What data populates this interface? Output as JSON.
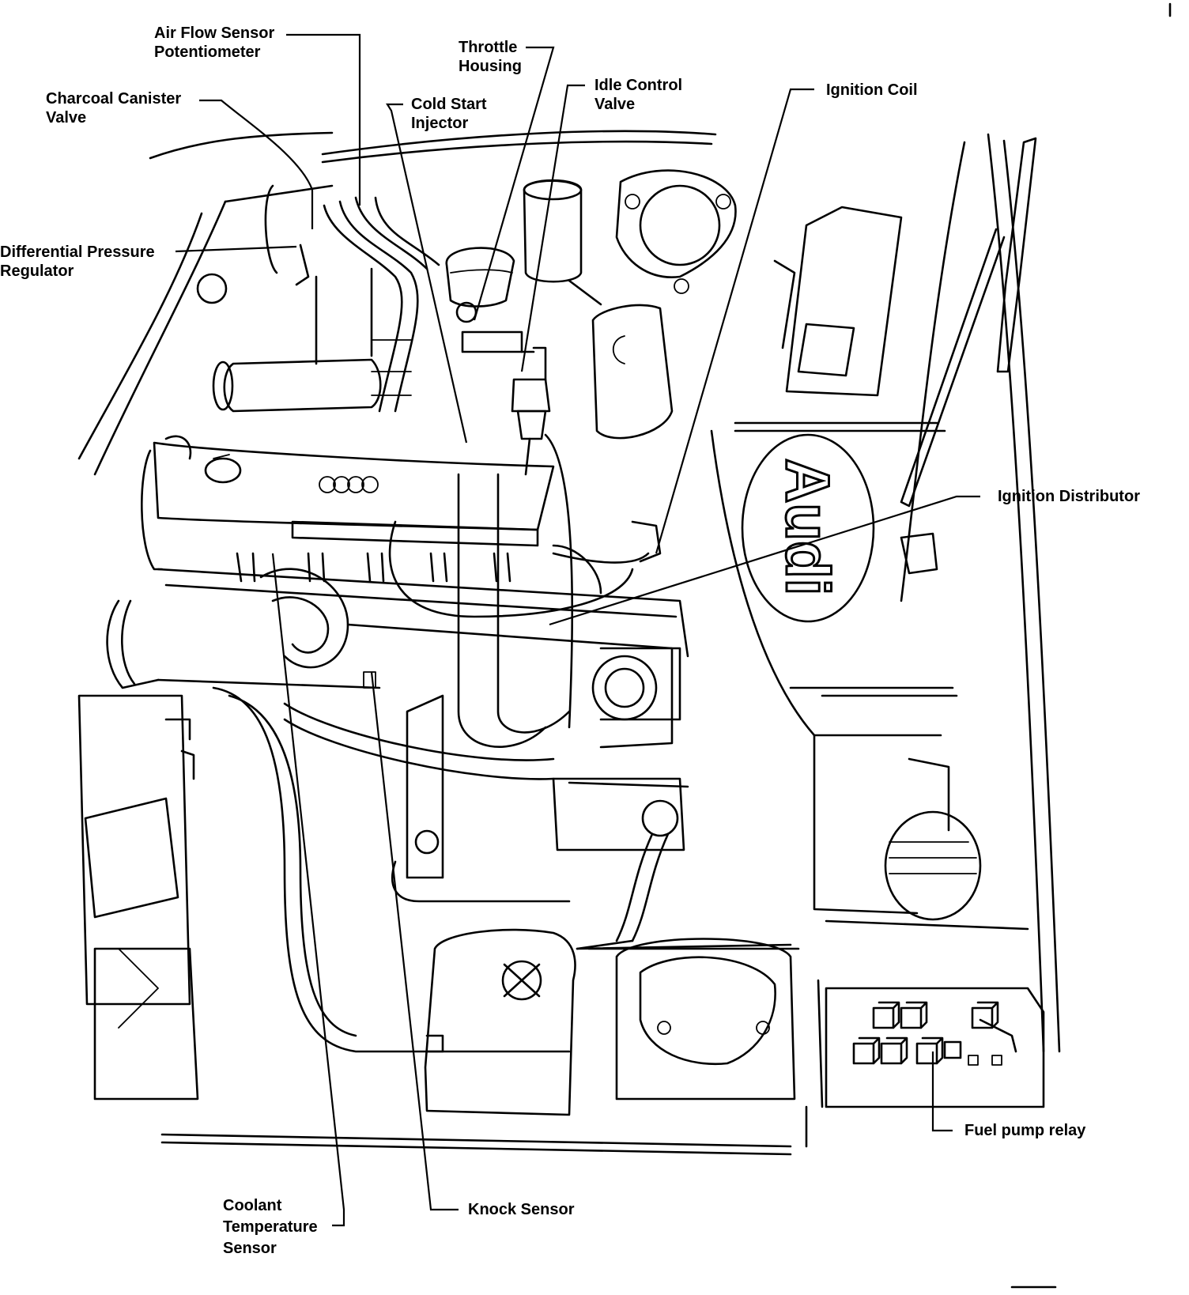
{
  "labels": {
    "air_flow_sensor": "Air Flow Sensor\nPotentiometer",
    "charcoal_canister": "Charcoal Canister\nValve",
    "differential_pressure": "Differential Pressure\nRegulator",
    "cold_start": "Cold Start\nInjector",
    "throttle_housing": "Throttle\nHousing",
    "idle_control": "Idle Control\nValve",
    "ignition_coil": "Ignition Coil",
    "ignition_distributor": "Ignition Distributor",
    "fuel_pump_relay": "Fuel pump relay",
    "knock_sensor": "Knock Sensor",
    "coolant_temp": "Coolant\nTemperature\nSensor"
  },
  "logo": {
    "text": "Audi"
  }
}
